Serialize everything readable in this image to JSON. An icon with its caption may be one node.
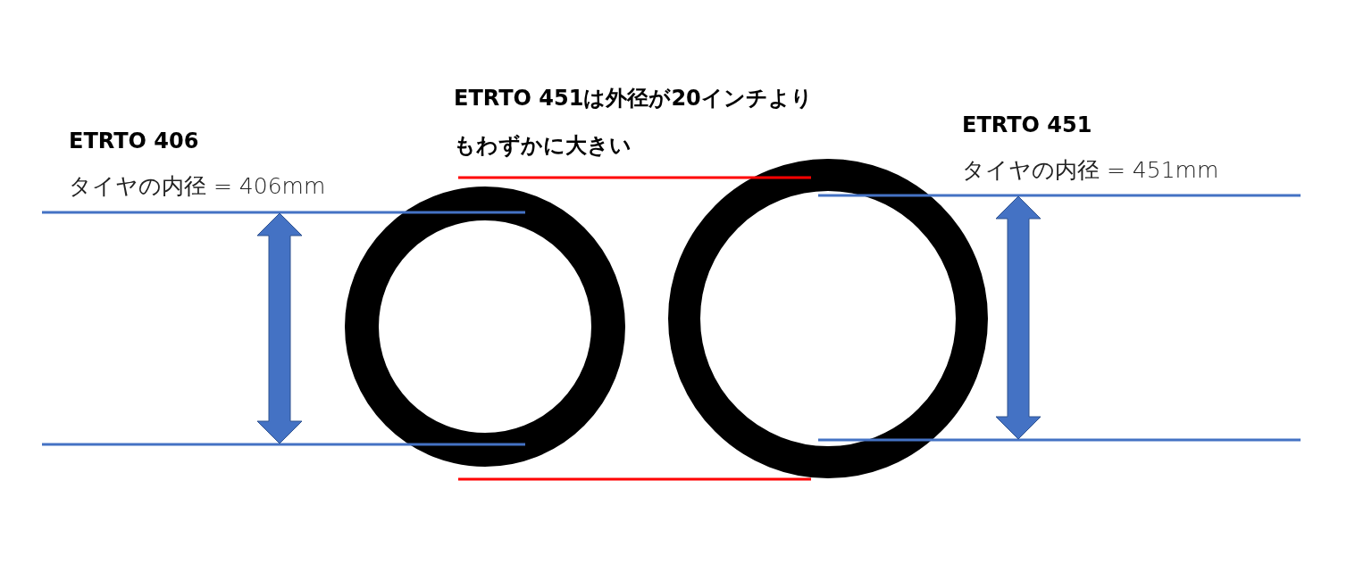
{
  "diagram": {
    "labels": [
      "ETRTO 451は外径が20インチよりもわずかに大きい",
      "ETRTO 406",
      "タイヤの内径 = 406mm",
      "ETRTO 451",
      "タイヤの内径 = 451mm"
    ]
  }
}
